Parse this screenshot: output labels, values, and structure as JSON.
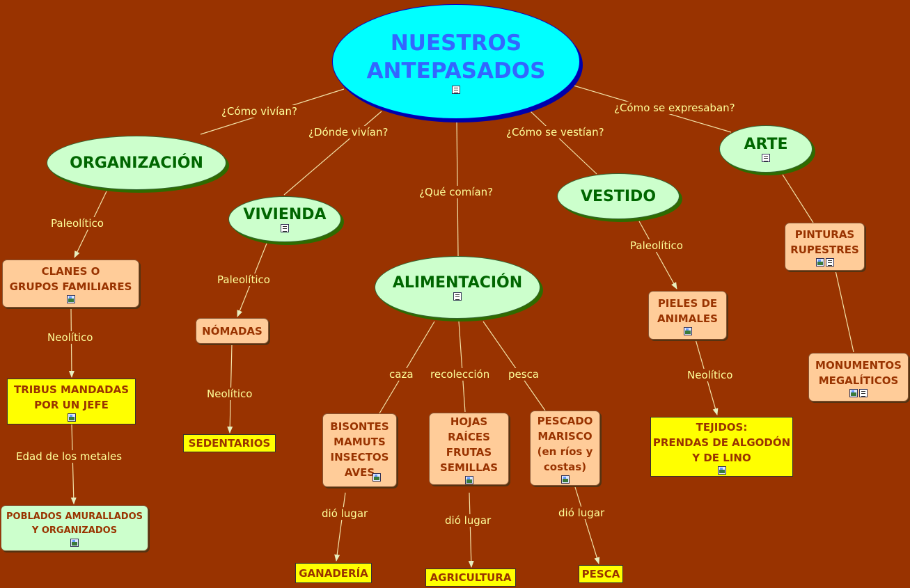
{
  "title": "NUESTROS ANTEPASADOS",
  "nodes": {
    "organizacion": "ORGANIZACIÓN",
    "vivienda": "VIVIENDA",
    "alimentacion": "ALIMENTACIÓN",
    "vestido": "VESTIDO",
    "arte": "ARTE",
    "clanes": "CLANES O\nGRUPOS FAMILIARES",
    "tribus": "TRIBUS MANDADAS\nPOR UN JEFE",
    "poblados": "POBLADOS AMURALLADOS\nY ORGANIZADOS",
    "nomadas": "NÓMADAS",
    "sedentarios": "SEDENTARIOS",
    "caza_items": "BISONTES\nMAMUTS\nINSECTOS\nAVES",
    "recoleccion_items": "HOJAS\nRAÍCES\nFRUTAS\nSEMILLAS",
    "pesca_items": "PESCADO\nMARISCO\n(en ríos y\ncostas)",
    "ganaderia": "GANADERÍA",
    "agricultura": "AGRICULTURA",
    "pesca": "PESCA",
    "pieles": "PIELES DE\nANIMALES",
    "tejidos": "TEJIDOS:\nPRENDAS DE ALGODÓN\nY DE LINO",
    "pinturas": "PINTURAS\nRUPESTRES",
    "monumentos": "MONUMENTOS\nMEGALÍTICOS"
  },
  "links": {
    "como_vivian": "¿Cómo vivían?",
    "donde_vivian": "¿Dónde vivían?",
    "que_comian": "¿Qué comían?",
    "como_vestian": "¿Cómo se vestían?",
    "como_expresaban": "¿Cómo se expresaban?",
    "paleolitico": "Paleolítico",
    "neolitico": "Neolítico",
    "edad_metales": "Edad de los metales",
    "caza": "caza",
    "recoleccion": "recolección",
    "pesca": "pesca",
    "dio_lugar": "dió lugar"
  },
  "colors": {
    "background": "#993300",
    "main_node": "#00ffff",
    "concept_node": "#ccffcc",
    "detail_box": "#ffcc99",
    "highlight_box": "#ffff00",
    "link_text": "#ffff99"
  }
}
